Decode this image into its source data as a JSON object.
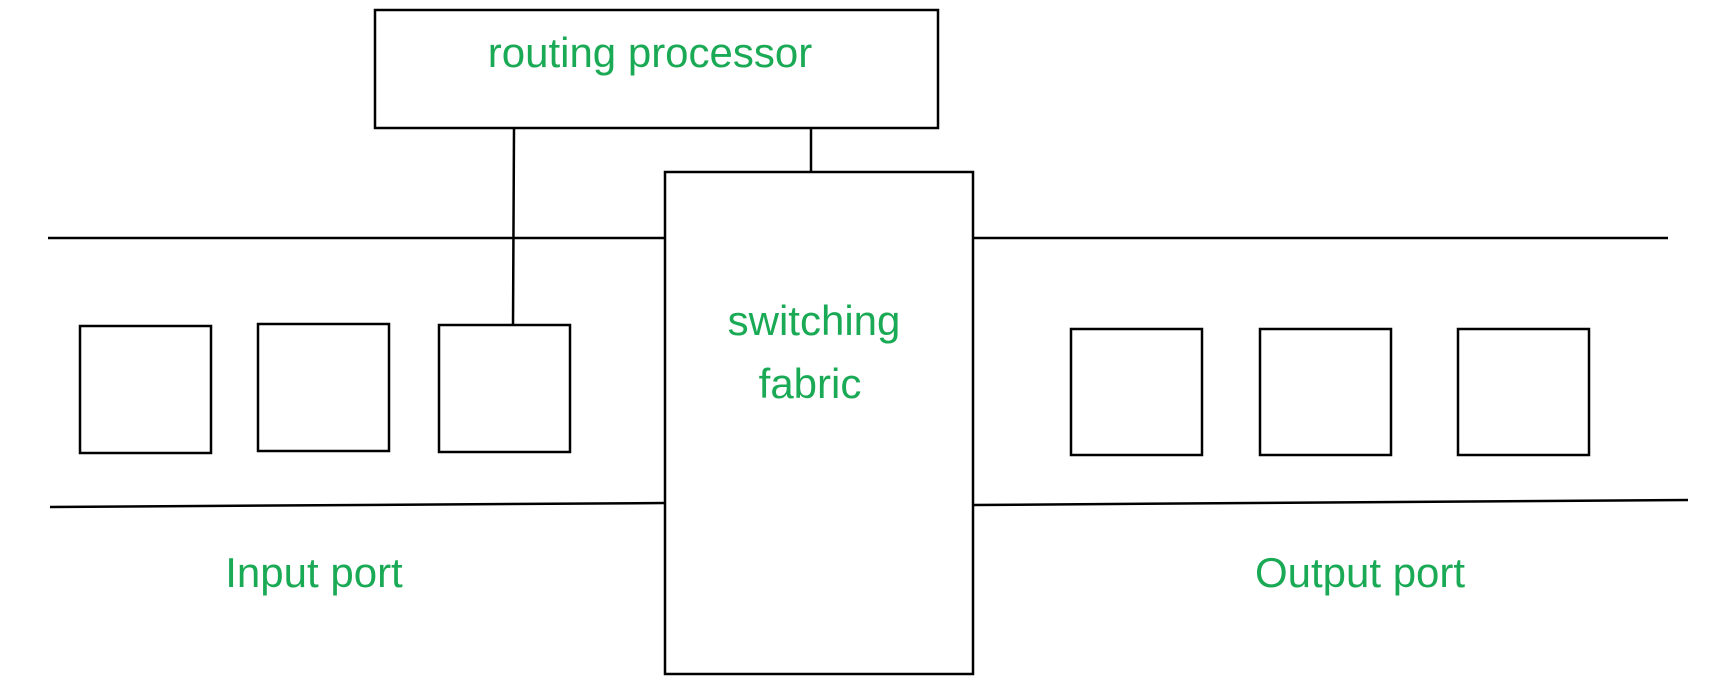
{
  "diagram": {
    "routing_processor_label": "routing processor",
    "switching_fabric_label_line1": "switching",
    "switching_fabric_label_line2": "fabric",
    "input_port_label": "Input port",
    "output_port_label": "Output port"
  },
  "colors": {
    "label_text": "#1aaa55",
    "stroke": "#000000",
    "background": "#ffffff"
  }
}
